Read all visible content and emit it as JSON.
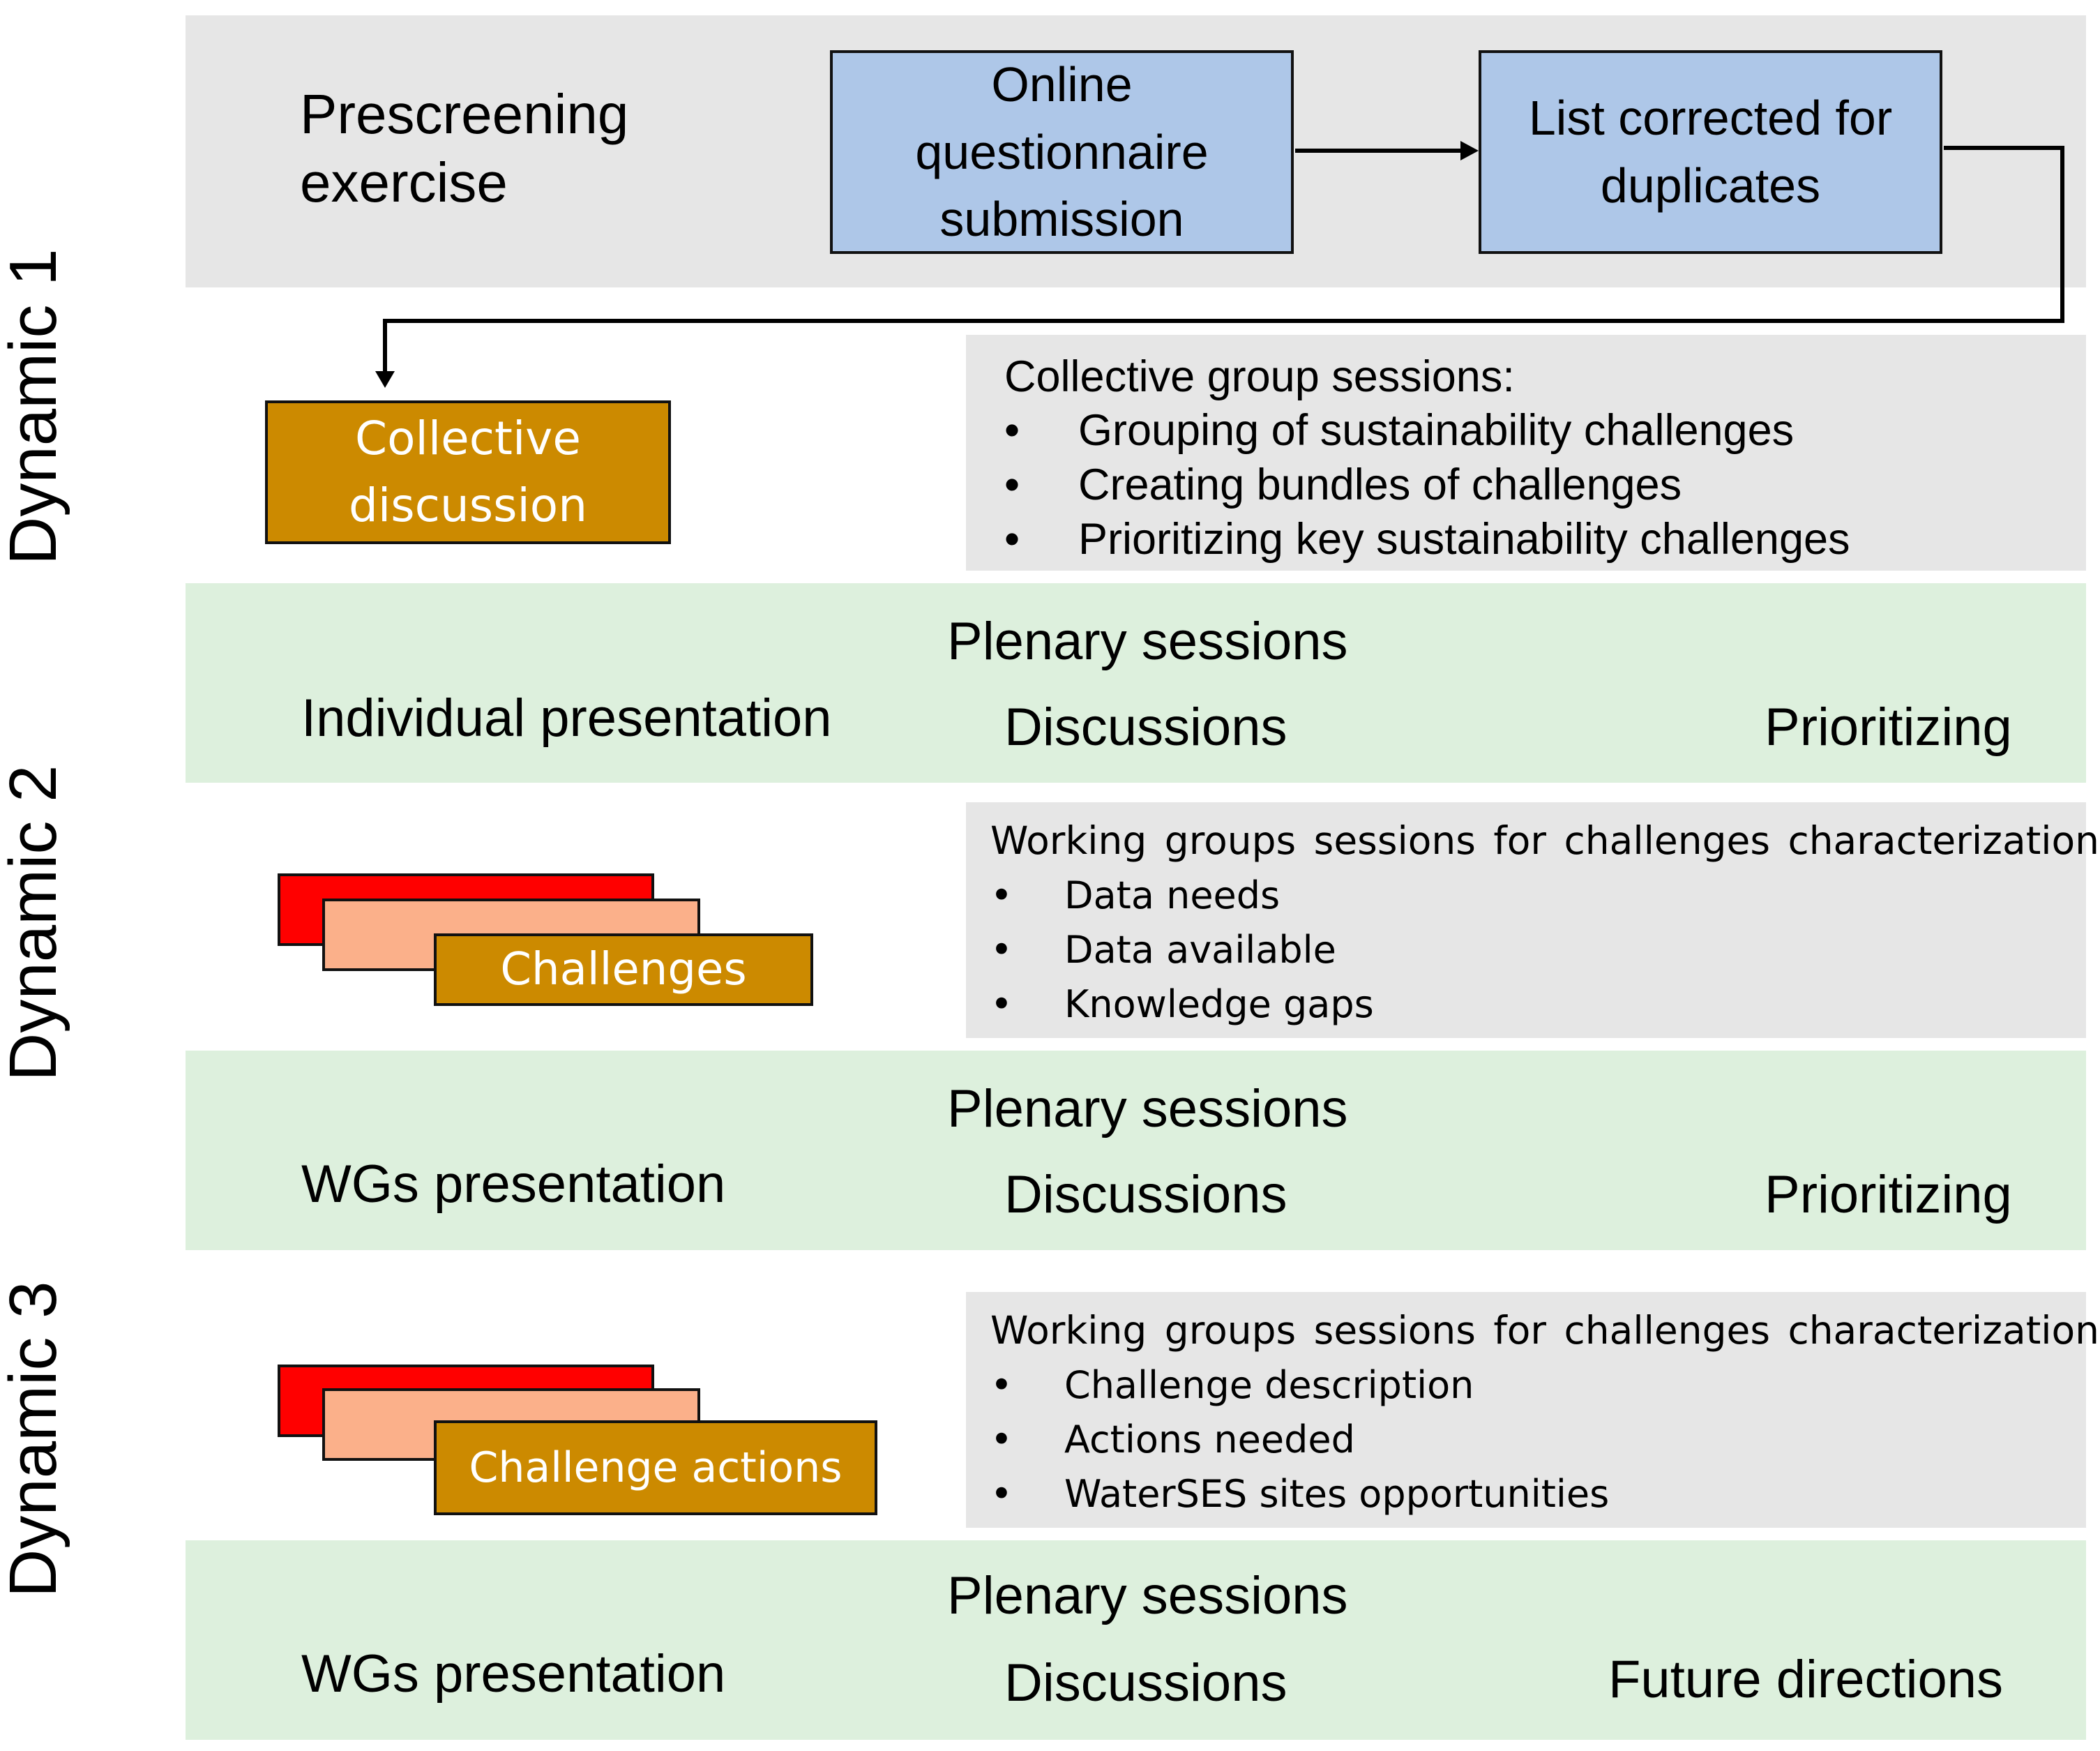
{
  "dynamics": [
    "Dynamic 1",
    "Dynamic 2",
    "Dynamic 3"
  ],
  "prescreening": {
    "label_line1": "Prescreening",
    "label_line2": "exercise",
    "step1_line1": "Online",
    "step1_line2": "questionnaire",
    "step1_line3": "submission",
    "step2_line1": "List corrected for",
    "step2_line2": "duplicates"
  },
  "collective": {
    "box_line1": "Collective",
    "box_line2": "discussion",
    "sessions_title": "Collective group sessions:",
    "items": [
      "Grouping of sustainability challenges",
      "Creating bundles of challenges",
      "Prioritizing key sustainability challenges"
    ]
  },
  "plenary1": {
    "title": "Plenary sessions",
    "left": "Individual presentation",
    "middle": "Discussions",
    "right": "Prioritizing"
  },
  "wg1": {
    "card_label": "Challenges",
    "sessions_title": "Working groups sessions for challenges characterization:",
    "items": [
      "Data needs",
      "Data available",
      "Knowledge gaps"
    ]
  },
  "plenary2": {
    "title": "Plenary sessions",
    "left": "WGs presentation",
    "middle": "Discussions",
    "right": "Prioritizing"
  },
  "wg2": {
    "card_label": "Challenge actions",
    "sessions_title": "Working groups sessions for challenges characterization:",
    "items": [
      "Challenge description",
      "Actions needed",
      "WaterSES sites opportunities"
    ]
  },
  "plenary3": {
    "title": "Plenary sessions",
    "left": "WGs presentation",
    "middle": "Discussions",
    "right": "Future directions"
  },
  "colors": {
    "grey_band": "#e6e6e6",
    "green_band": "#ddf0dd",
    "blue_box": "#aec7e8",
    "gold_box": "#cc8a00",
    "red_card": "#ff0000",
    "salmon_card": "#fbb08a"
  },
  "bullet": "•"
}
